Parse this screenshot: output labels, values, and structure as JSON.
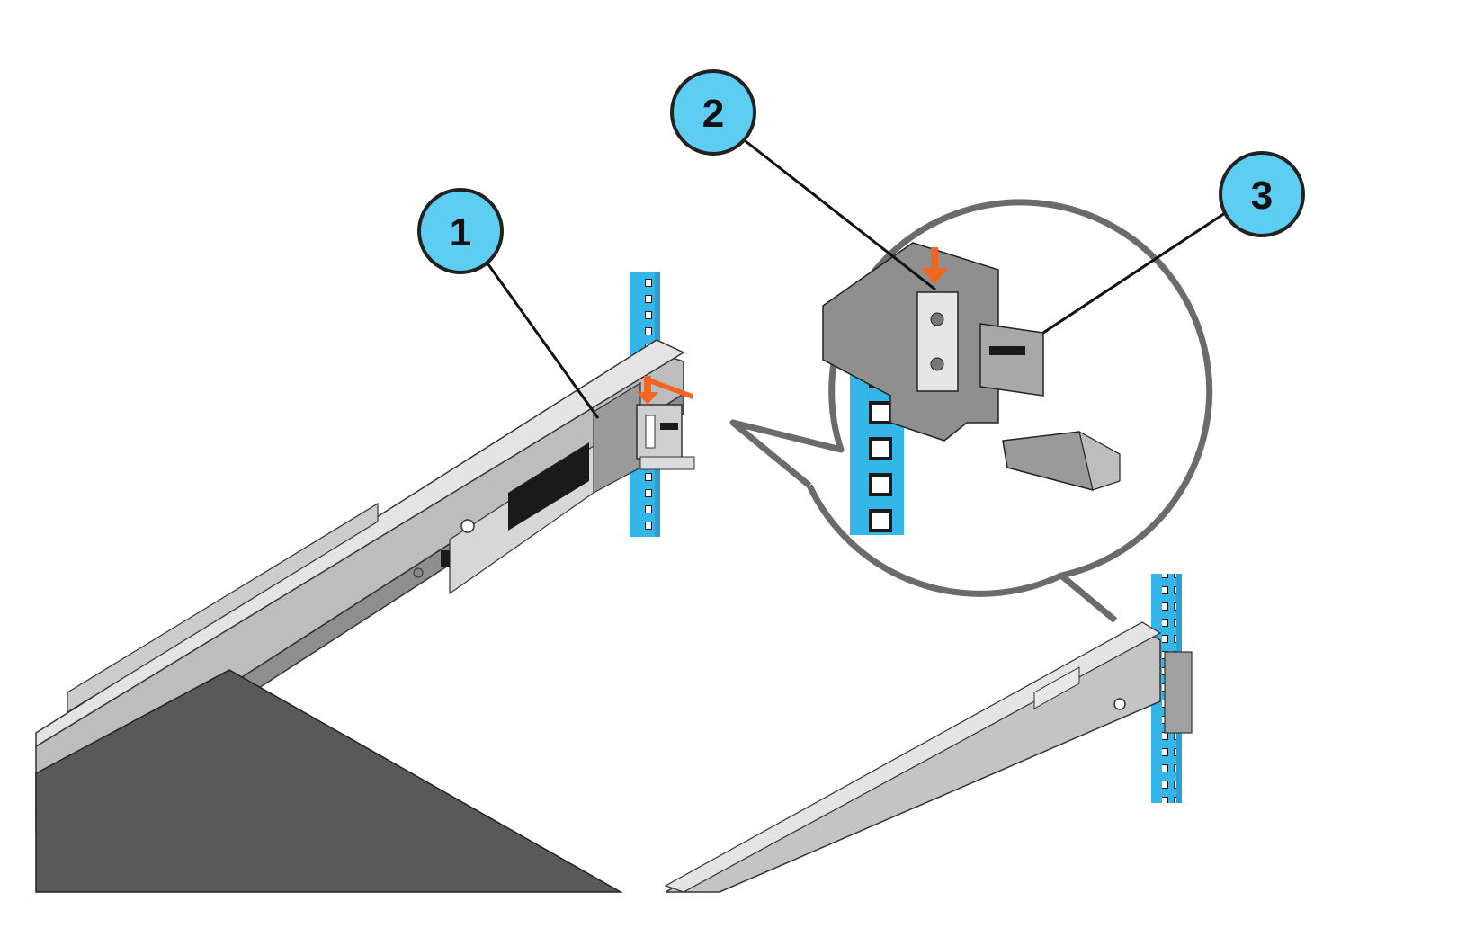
{
  "diagram": {
    "callouts": [
      {
        "number": "1"
      },
      {
        "number": "2"
      },
      {
        "number": "3"
      }
    ],
    "colors": {
      "callout_fill": "#5ecdf2",
      "callout_stroke": "#222222",
      "rack_post": "#35b6e8",
      "rail_light": "#e4e4e4",
      "rail_mid": "#bdbdbd",
      "rail_dark": "#8e8e8e",
      "chassis": "#595959",
      "arrow": "#f26522",
      "magnifier_outline": "#6b6b6b"
    },
    "icons": [
      "rail-latch-icon",
      "push-arrow-icon",
      "rack-post-icon"
    ]
  }
}
